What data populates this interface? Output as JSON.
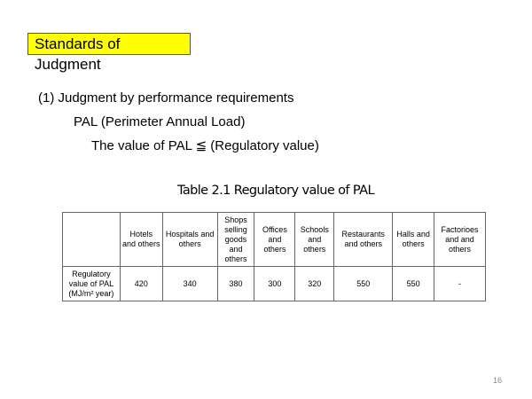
{
  "slide": {
    "title": "Standards of Judgment",
    "lines": [
      "(1) Judgment by performance requirements",
      "PAL (Perimeter Annual Load)",
      "The value of PAL ≦ (Regulatory value)"
    ],
    "table_caption": "Table 2.1 Regulatory value of PAL",
    "page_number": "16"
  },
  "table": {
    "columns": [
      "",
      "Hotels and others",
      "Hospitals and others",
      "Shops selling goods and others",
      "Offices and others",
      "Schools and others",
      "Restaurants and others",
      "Halls and others",
      "Factorioes and and others"
    ],
    "row_label": "Regulatory value of PAL (MJ/m² year)",
    "values": [
      "420",
      "340",
      "380",
      "300",
      "320",
      "550",
      "550",
      "-"
    ]
  }
}
